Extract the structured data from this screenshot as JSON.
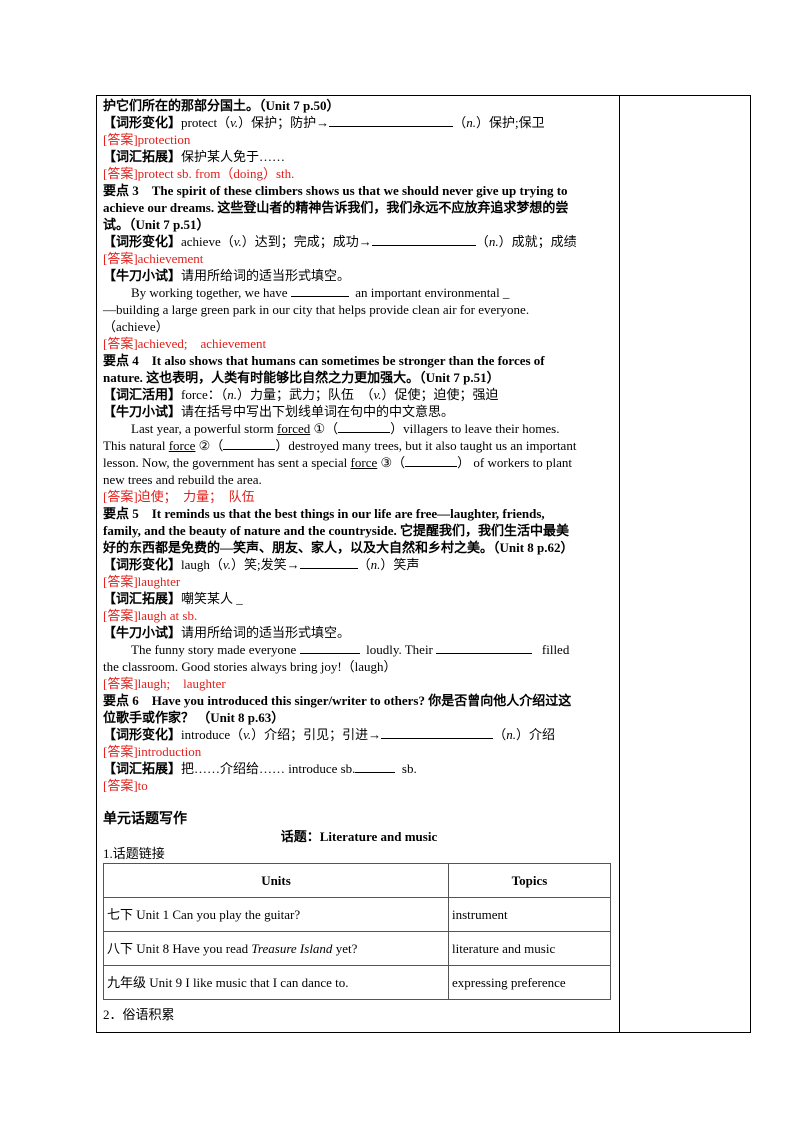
{
  "p1": {
    "l0": "护它们所在的那部分国土。（Unit 7 p.50）",
    "l1_tag": "【词形变化】",
    "l1_a": "protect（",
    "l1_pos1": "v.",
    "l1_b": "）保护；防护→",
    "l1_c": "（",
    "l1_pos2": "n.",
    "l1_d": "）保护;保卫",
    "ans1": "[答案]protection",
    "l2_tag": "【词汇拓展】",
    "l2_text": "保护某人免于……",
    "ans2": "[答案]protect sb. from（doing）sth."
  },
  "p3": {
    "head1": "要点 3　The spirit of these climbers shows us that we should never give up trying to",
    "head2": "achieve our dreams. 这些登山者的精神告诉我们，我们永远不应放弃追求梦想的尝",
    "head3": "试。（Unit 7 p.51）",
    "wf_tag": "【词形变化】",
    "wf_a": "achieve（",
    "wf_pos1": "v.",
    "wf_b": "）达到；完成；成功→",
    "wf_c": "（",
    "wf_pos2": "n.",
    "wf_d": "）成就；成绩",
    "ans1": "[答案]achievement",
    "try_tag": "【牛刀小试】",
    "try_text": "请用所给词的适当形式填空。",
    "ex1a": "By working together, we have",
    "ex1b": "an important environmental _",
    "ex2": "—building a large green park in our city that helps provide clean air for everyone.",
    "ex3": "（achieve）",
    "ans2": "[答案]achieved;　achievement"
  },
  "p4": {
    "head1": "要点 4　It also shows that humans can sometimes be stronger than the forces of",
    "head2": "nature. 这也表明，人类有时能够比自然之力更加强大。（Unit 7 p.51）",
    "use_tag": "【词汇活用】",
    "use_a": "force：（",
    "use_pos1": "n.",
    "use_b": "）力量；武力；队伍　（",
    "use_pos2": "v.",
    "use_c": "）促使；迫使；强迫",
    "try_tag": "【牛刀小试】",
    "try_text": "请在括号中写出下划线单词在句中的中文意思。",
    "ex1a": "Last year, a powerful storm",
    "w1": "forced",
    "n1": "①（",
    "ex1b": "）villagers to leave their homes.",
    "ex2a": "This natural",
    "w2": "force",
    "n2": "②（",
    "ex2b": "）destroyed many trees, but it also taught us an important",
    "ex3a": "lesson. Now, the government has sent a special",
    "w3": "force",
    "n3": "③（",
    "ex3b": "） of workers to plant",
    "ex4": "new trees and rebuild the area.",
    "ans": "[答案]迫使；　力量；　队伍"
  },
  "p5": {
    "head1": "要点 5　It reminds us that the best things in our life are free—laughter, friends,",
    "head2": "family, and the beauty of nature and the countryside. 它提醒我们，我们生活中最美",
    "head3": "好的东西都是免费的—笑声、朋友、家人，以及大自然和乡村之美。（Unit 8 p.62）",
    "wf_tag": "【词形变化】",
    "wf_a": "laugh（",
    "wf_pos1": "v.",
    "wf_b": "）笑;发笑→",
    "wf_c": "（",
    "wf_pos2": "n.",
    "wf_d": "）笑声",
    "ans1": "[答案]laughter",
    "ext_tag": "【词汇拓展】",
    "ext_text": "嘲笑某人 _",
    "ans2": "[答案]laugh at sb.",
    "try_tag": "【牛刀小试】",
    "try_text": "请用所给词的适当形式填空。",
    "ex1a": "The funny story made everyone",
    "ex1b": "loudly. Their",
    "ex1c": "filled",
    "ex2": "the classroom. Good stories always bring joy!（laugh）",
    "ans3": "[答案]laugh;　laughter"
  },
  "p6": {
    "head1": "要点 6　Have you introduced this singer/writer to others? 你是否曾向他人介绍过这",
    "head2": "位歌手或作家？ （Unit 8 p.63）",
    "wf_tag": "【词形变化】",
    "wf_a": "introduce（",
    "wf_pos1": "v.",
    "wf_b": "）介绍；引见；引进→",
    "wf_c": "（",
    "wf_pos2": "n.",
    "wf_d": "）介绍",
    "ans1": "[答案]introduction",
    "ext_tag": "【词汇拓展】",
    "ext_a": "把……介绍给……  introduce sb.",
    "ext_b": "sb.",
    "ans2": "[答案]to"
  },
  "writing": {
    "section": "单元话题写作",
    "topic": "话题：Literature and music",
    "link_title": "1.话题链接",
    "table_headers": [
      "Units",
      "Topics"
    ],
    "rows": [
      {
        "unit": "七下 Unit 1 Can you play the guitar?",
        "topic": "instrument"
      },
      {
        "unit_pre": "八下  Unit 8 Have you read ",
        "unit_title": "Treasure Island",
        "unit_post": " yet?",
        "topic": "literature and music"
      },
      {
        "unit": "九年级  Unit 9 I like music that I can dance to.",
        "topic": "expressing preference"
      }
    ],
    "proverbs": "2．俗语积累"
  }
}
